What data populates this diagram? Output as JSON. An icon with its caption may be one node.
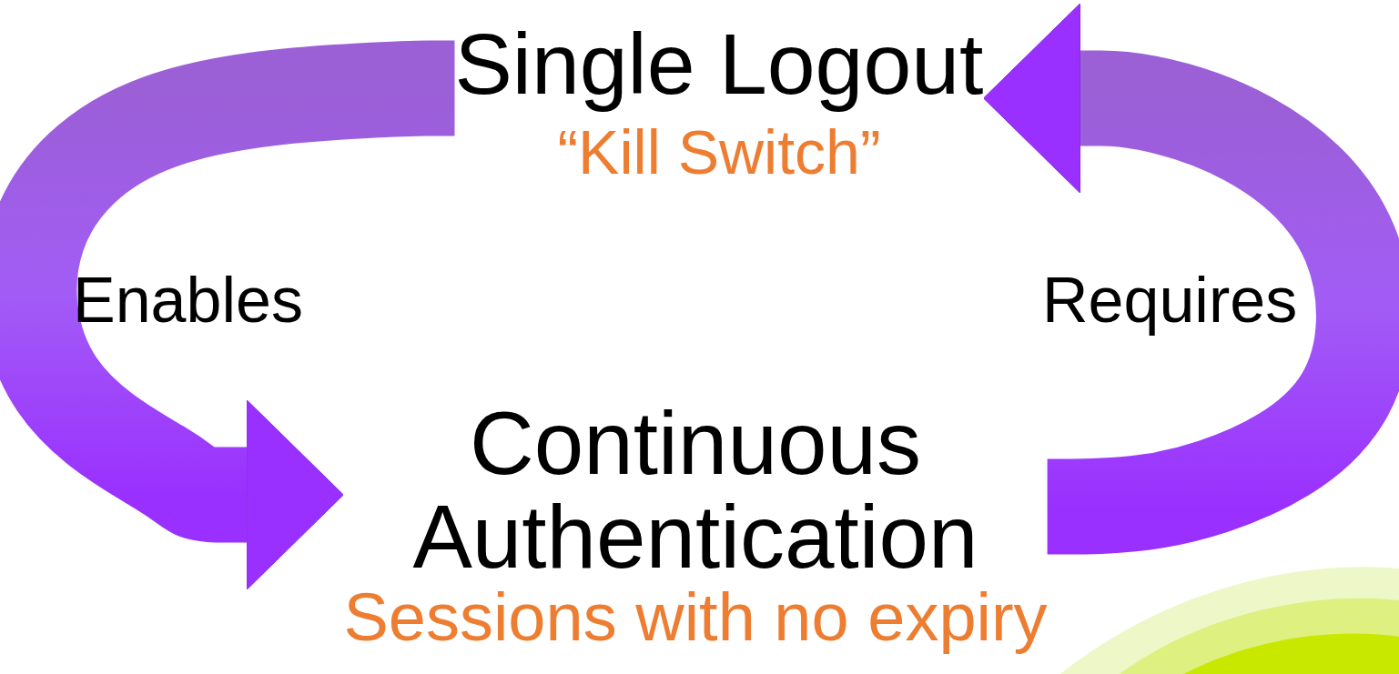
{
  "diagram": {
    "nodes": [
      {
        "text": [
          "Single Logout",
          "“Kill Switch”"
        ]
      },
      {
        "text": [
          "Continuous Authentication",
          "Sessions with no expiry"
        ]
      }
    ],
    "edges": [
      {
        "from": 0,
        "to": 1,
        "arrow": "to",
        "label": "Enables"
      },
      {
        "from": 1,
        "to": 0,
        "arrow": "to",
        "label": "Requires"
      }
    ]
  }
}
